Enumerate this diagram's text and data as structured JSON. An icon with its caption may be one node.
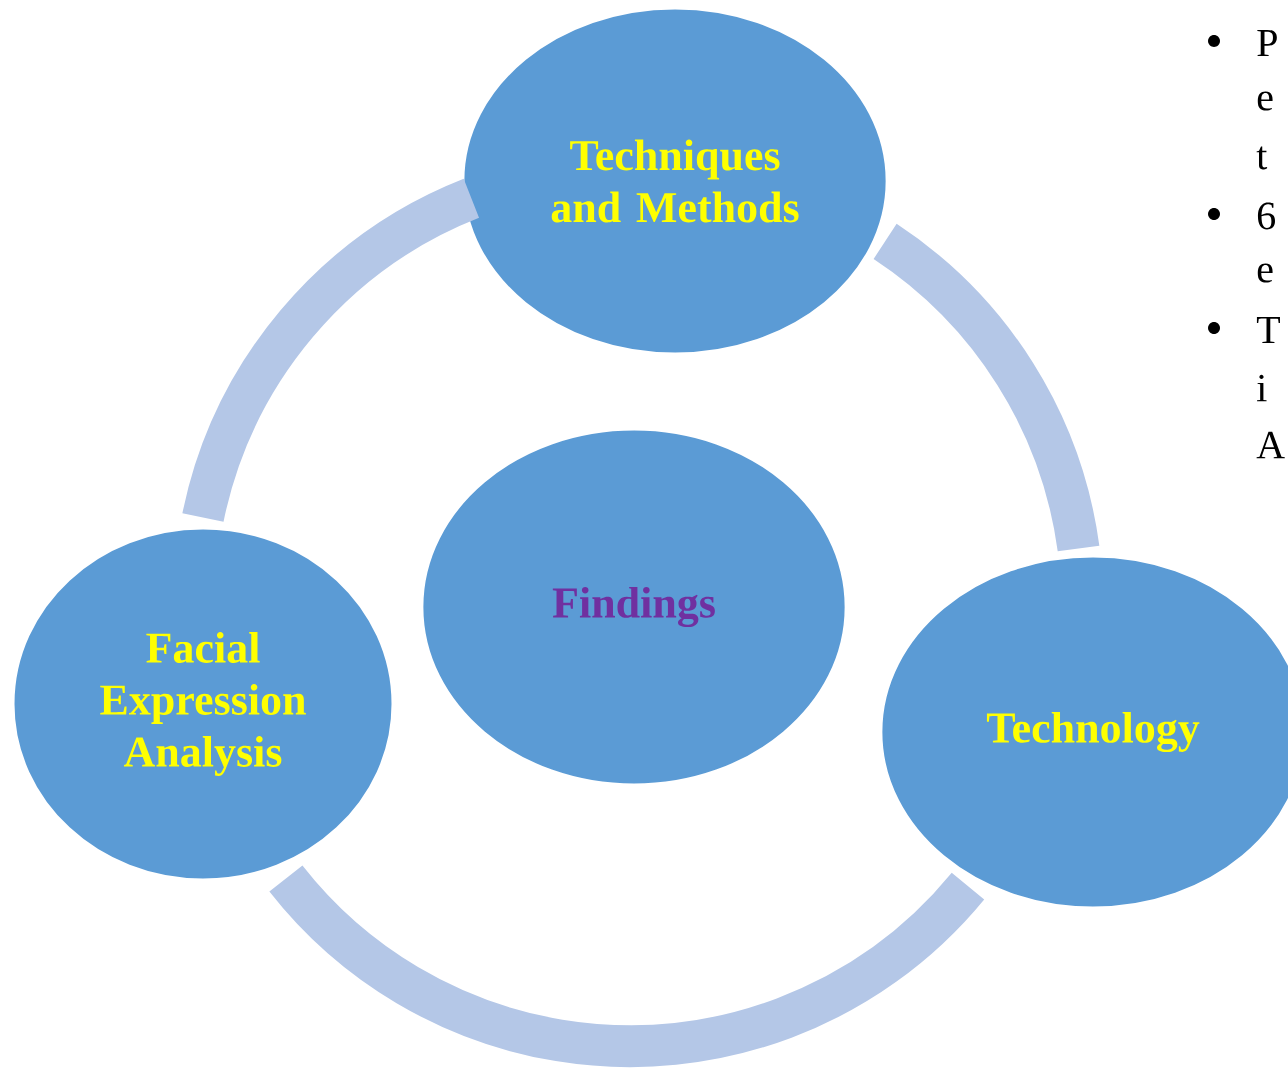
{
  "diagram": {
    "nodes": [
      {
        "text": [
          "Techniques and Methods"
        ]
      },
      {
        "text": [
          "Findings"
        ]
      },
      {
        "text": [
          "Facial Expression Analysis"
        ]
      },
      {
        "text": [
          "Technology"
        ]
      }
    ],
    "edges": [
      {
        "from": 0,
        "to": 3,
        "arrow": "none"
      },
      {
        "from": 3,
        "to": 2,
        "arrow": "none"
      },
      {
        "from": 2,
        "to": 0,
        "arrow": "none"
      }
    ],
    "labels": [
      "P",
      "e",
      "t",
      "6",
      "e",
      "T",
      "i",
      "A"
    ]
  }
}
